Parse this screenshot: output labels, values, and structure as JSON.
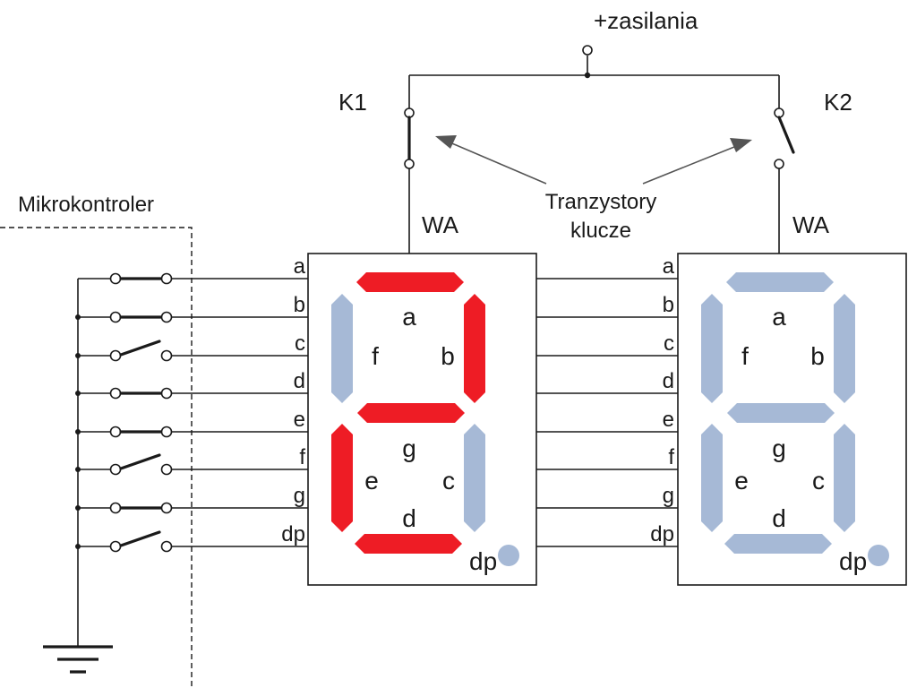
{
  "labels": {
    "supply": "+zasilania",
    "k1": "K1",
    "k2": "K2",
    "transistors_line1": "Tranzystory",
    "transistors_line2": "klucze",
    "wa_left": "WA",
    "wa_right": "WA",
    "microcontroller": "Mikrokontroler"
  },
  "lines": [
    "a",
    "b",
    "c",
    "d",
    "e",
    "f",
    "g",
    "dp"
  ],
  "switch_states": [
    {
      "line": "a",
      "closed": true
    },
    {
      "line": "b",
      "closed": true
    },
    {
      "line": "c",
      "closed": false
    },
    {
      "line": "d",
      "closed": true
    },
    {
      "line": "e",
      "closed": true
    },
    {
      "line": "f",
      "closed": false
    },
    {
      "line": "g",
      "closed": true
    },
    {
      "line": "dp",
      "closed": false
    }
  ],
  "key_states": {
    "k1_closed": true,
    "k2_closed": false
  },
  "displays": [
    {
      "segment_labels": {
        "a": "a",
        "b": "b",
        "c": "c",
        "d": "d",
        "e": "e",
        "f": "f",
        "g": "g",
        "dp": "dp"
      },
      "lit_segments": [
        "a",
        "b",
        "d",
        "e",
        "g"
      ]
    },
    {
      "segment_labels": {
        "a": "a",
        "b": "b",
        "c": "c",
        "d": "d",
        "e": "e",
        "f": "f",
        "g": "g",
        "dp": "dp"
      },
      "lit_segments": []
    }
  ],
  "colors": {
    "segment_on": "#ee1c25",
    "segment_off": "#a6b9d6",
    "wire": "#1a1a1a"
  }
}
